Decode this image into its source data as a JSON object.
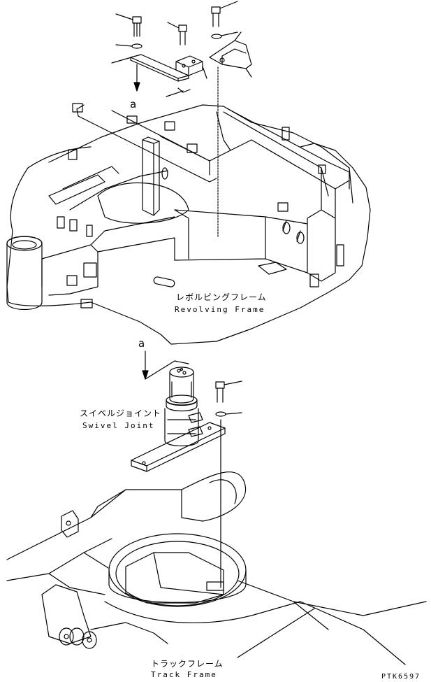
{
  "labels": {
    "revolving_frame_jp": "レボルビングフレーム",
    "revolving_frame_en": "Revolving Frame",
    "swivel_joint_jp": "スイベルジョイント",
    "swivel_joint_en": "Swivel Joint",
    "track_frame_jp": "トラックフレーム",
    "track_frame_en": "Track Frame",
    "ref_a_top": "a",
    "ref_a_mid": "a",
    "drawing_code": "PTK6597"
  },
  "colors": {
    "line": "#000000",
    "background": "#ffffff"
  }
}
